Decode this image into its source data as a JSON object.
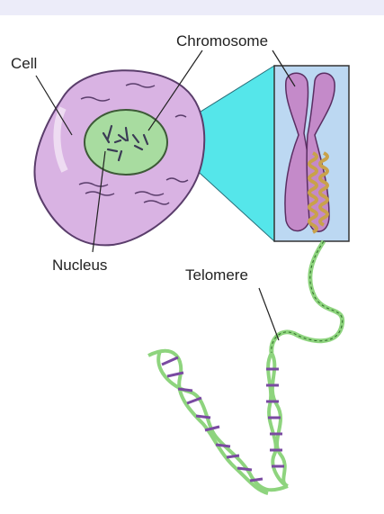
{
  "labels": {
    "cell": "Cell",
    "chromosome": "Chromosome",
    "nucleus": "Nucleus",
    "telomere": "Telomere"
  },
  "colors": {
    "top_bar": "#ececf9",
    "cell_fill": "#d9b3e3",
    "cell_outline": "#5a3d6b",
    "nucleus_fill": "#a8dca0",
    "zoom_beam": "#55e6ea",
    "chromosome_box": "#bcd8f2",
    "chromosome_fill": "#c48ac9",
    "dna_backbone": "#8ed47e",
    "dna_rungs": "#7a4aa1"
  },
  "icons": [
    "cell-shape",
    "nucleus-shape",
    "chromosome-shape",
    "dna-helix"
  ]
}
